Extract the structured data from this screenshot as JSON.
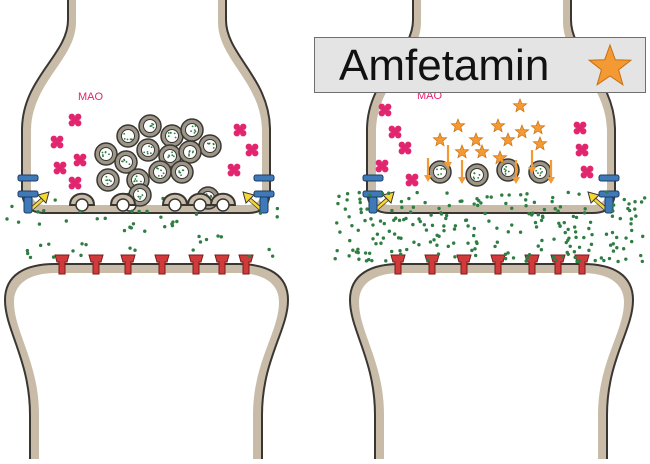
{
  "legend": {
    "label": "Amfetamin",
    "icon": "star-icon"
  },
  "labels": {
    "left_mao": "MAO",
    "right_mao": "MAO"
  },
  "colors": {
    "neuron_fill": "#c8bca9",
    "neuron_stroke": "#3a3632",
    "vesicle": "#9c9689",
    "neurotransmitter": "#2e7d43",
    "mao": "#e2256f",
    "receptor": "#d13a3a",
    "transporter": "#3f79b8",
    "arrow_yellow": "#f6d832",
    "amphetamine": "#f39a34",
    "legend_bg": "#e4e4e4"
  }
}
